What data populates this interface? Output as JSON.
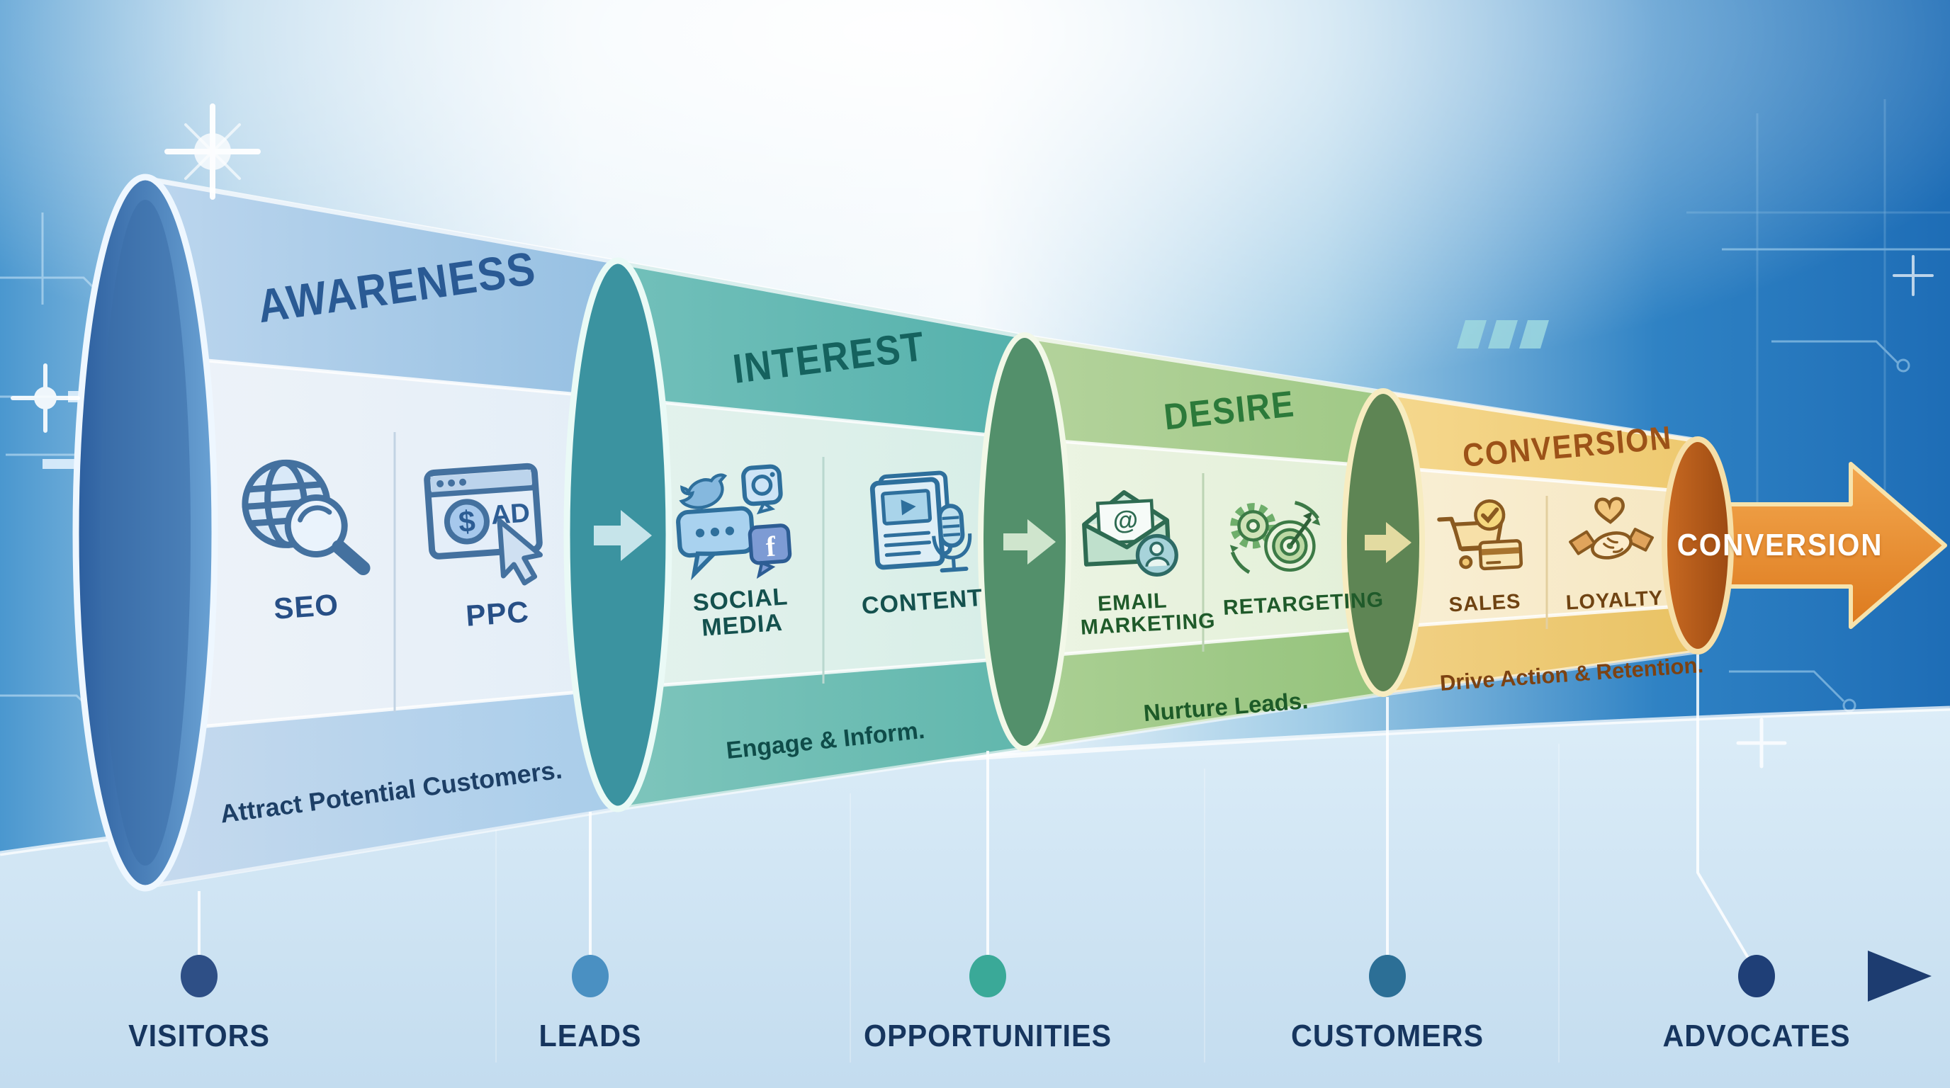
{
  "funnel": {
    "stages": [
      {
        "id": "awareness",
        "title": "AWARENESS",
        "tagline": "Attract Potential Customers.",
        "tactics": [
          {
            "label": "SEO",
            "icon": "globe-search-icon"
          },
          {
            "label": "PPC",
            "icon": "ad-click-icon"
          }
        ]
      },
      {
        "id": "interest",
        "title": "INTEREST",
        "tagline": "Engage & Inform.",
        "tactics": [
          {
            "label": "SOCIAL MEDIA",
            "icon": "social-media-icon"
          },
          {
            "label": "CONTENT",
            "icon": "content-media-icon"
          }
        ]
      },
      {
        "id": "desire",
        "title": "DESIRE",
        "tagline": "Nurture Leads.",
        "tactics": [
          {
            "label": "EMAIL MARKETING",
            "icon": "email-marketing-icon"
          },
          {
            "label": "RETARGETING",
            "icon": "retargeting-icon"
          }
        ]
      },
      {
        "id": "conversion",
        "title": "CONVERSION",
        "tagline": "Drive Action & Retention.",
        "tactics": [
          {
            "label": "SALES",
            "icon": "sales-cart-icon"
          },
          {
            "label": "LOYALTY",
            "icon": "loyalty-handshake-icon"
          }
        ]
      }
    ],
    "output_arrow_label": "CONVERSION"
  },
  "icon_glyphs": {
    "dollar": "$",
    "ad": "AD",
    "at": "@",
    "facebook_f": "f"
  },
  "timeline": {
    "milestones": [
      {
        "label": "VISITORS",
        "dot_color": "#2e4f86"
      },
      {
        "label": "LEADS",
        "dot_color": "#4a90c2"
      },
      {
        "label": "OPPORTUNITIES",
        "dot_color": "#3aa998"
      },
      {
        "label": "CUSTOMERS",
        "dot_color": "#2c6f96"
      },
      {
        "label": "ADVOCATES",
        "dot_color": "#1f3f77"
      }
    ]
  },
  "colors": {
    "awareness_accent": "#2a5a94",
    "interest_accent": "#15625e",
    "desire_accent": "#2c7a3a",
    "conversion_accent": "#9c5218",
    "arrow_orange": "#e8862c",
    "timeline_text": "#16355e",
    "background_blue": "#2f82c4",
    "floor_blue": "#cfe4f4"
  }
}
